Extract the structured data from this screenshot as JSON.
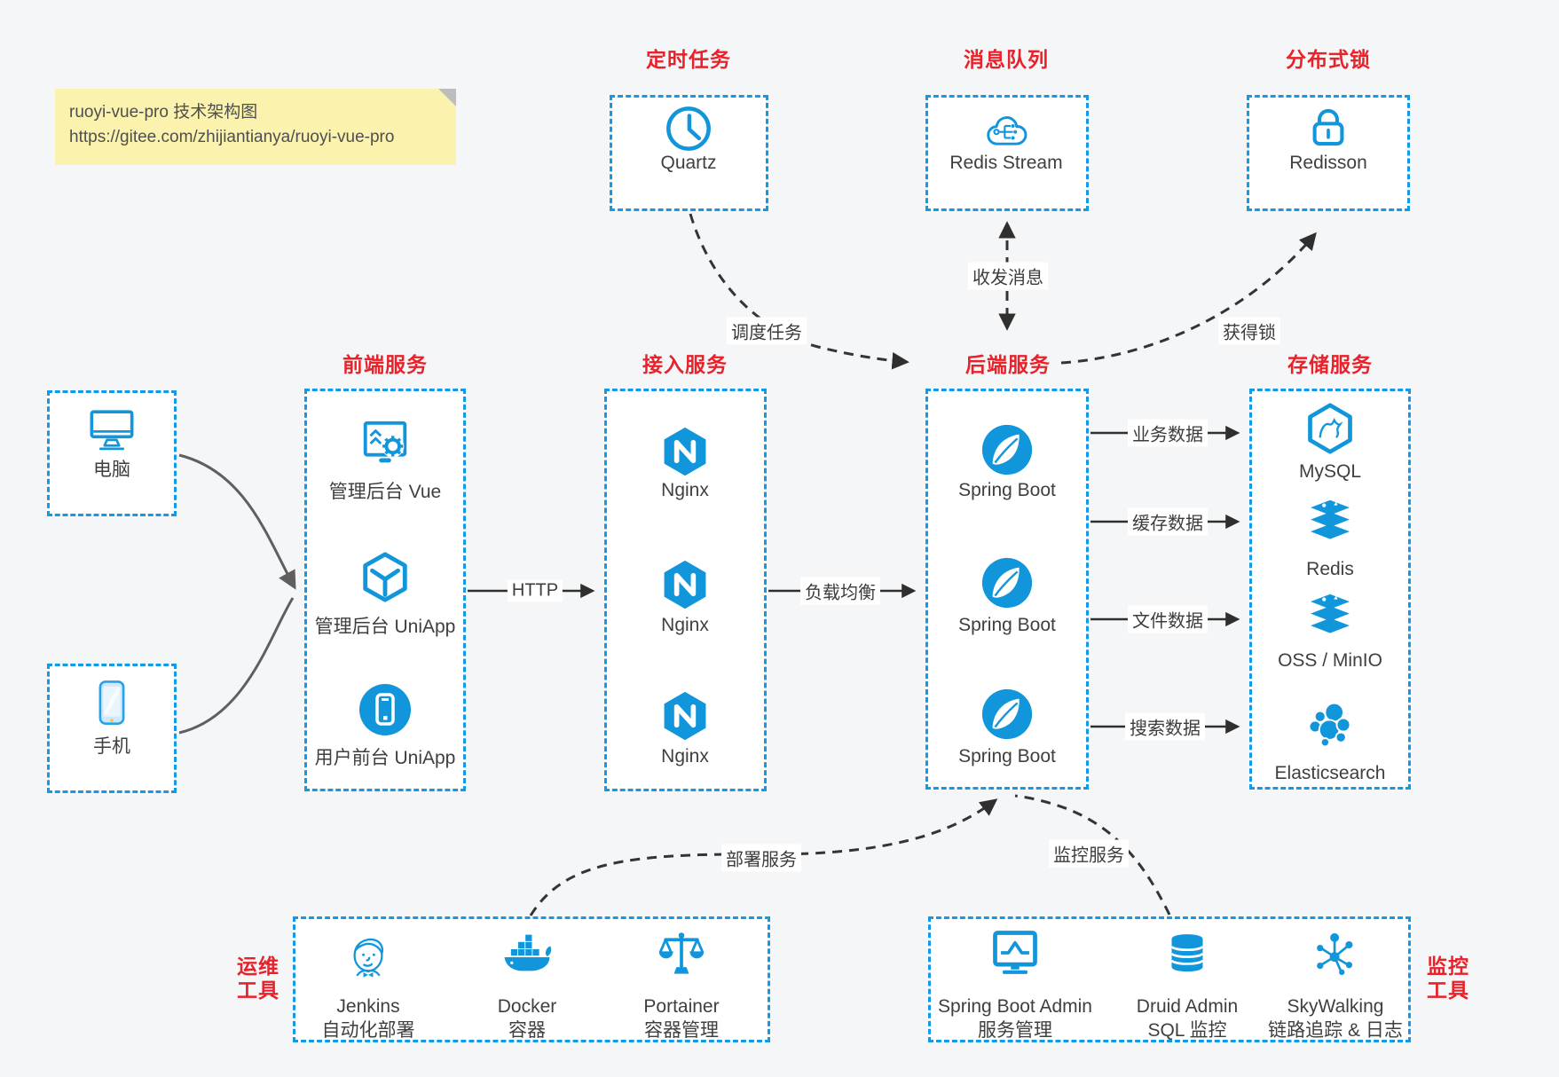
{
  "note": {
    "line1": "ruoyi-vue-pro 技术架构图",
    "line2": "https://gitee.com/zhijiantianya/ruoyi-vue-pro"
  },
  "top_groups": [
    {
      "title": "定时任务",
      "item": {
        "icon": "clock-icon",
        "label": "Quartz"
      }
    },
    {
      "title": "消息队列",
      "item": {
        "icon": "stream-cloud-icon",
        "label": "Redis Stream"
      }
    },
    {
      "title": "分布式锁",
      "item": {
        "icon": "lock-icon",
        "label": "Redisson"
      }
    }
  ],
  "clients": [
    {
      "icon": "desktop-icon",
      "label": "电脑"
    },
    {
      "icon": "smartphone-icon",
      "label": "手机"
    }
  ],
  "columns": [
    {
      "title": "前端服务",
      "items": [
        {
          "icon": "admin-vue-icon",
          "label": "管理后台 Vue"
        },
        {
          "icon": "uniapp-cube-icon",
          "label": "管理后台 UniApp"
        },
        {
          "icon": "mobile-app-icon",
          "label": "用户前台 UniApp"
        }
      ]
    },
    {
      "title": "接入服务",
      "items": [
        {
          "icon": "nginx-icon",
          "label": "Nginx"
        },
        {
          "icon": "nginx-icon",
          "label": "Nginx"
        },
        {
          "icon": "nginx-icon",
          "label": "Nginx"
        }
      ]
    },
    {
      "title": "后端服务",
      "items": [
        {
          "icon": "spring-boot-icon",
          "label": "Spring Boot"
        },
        {
          "icon": "spring-boot-icon",
          "label": "Spring Boot"
        },
        {
          "icon": "spring-boot-icon",
          "label": "Spring Boot"
        }
      ]
    },
    {
      "title": "存储服务",
      "items": [
        {
          "icon": "mysql-icon",
          "label": "MySQL"
        },
        {
          "icon": "redis-icon",
          "label": "Redis"
        },
        {
          "icon": "redis-icon",
          "label": "OSS / MinIO"
        },
        {
          "icon": "elasticsearch-icon",
          "label": "Elasticsearch"
        }
      ]
    }
  ],
  "bottom_groups": [
    {
      "title_line1": "运维",
      "title_line2": "工具",
      "items": [
        {
          "icon": "jenkins-icon",
          "label1": "Jenkins",
          "label2": "自动化部署"
        },
        {
          "icon": "docker-icon",
          "label1": "Docker",
          "label2": "容器"
        },
        {
          "icon": "portainer-icon",
          "label1": "Portainer",
          "label2": "容器管理"
        }
      ]
    },
    {
      "title_line1": "监控",
      "title_line2": "工具",
      "items": [
        {
          "icon": "spring-boot-admin-icon",
          "label1": "Spring Boot Admin",
          "label2": "服务管理"
        },
        {
          "icon": "druid-icon",
          "label1": "Druid Admin",
          "label2": "SQL 监控"
        },
        {
          "icon": "skywalking-icon",
          "label1": "SkyWalking",
          "label2": "链路追踪 & 日志"
        }
      ]
    }
  ],
  "edges": {
    "http": "HTTP",
    "load_balance": "负载均衡",
    "business_data": "业务数据",
    "cache_data": "缓存数据",
    "file_data": "文件数据",
    "search_data": "搜索数据",
    "schedule_task": "调度任务",
    "message": "收发消息",
    "lock": "获得锁",
    "deploy": "部署服务",
    "monitor": "监控服务"
  },
  "colors": {
    "accent_blue": "#1296db",
    "border_blue": "#1499e6",
    "title_red": "#e8222a",
    "arrow_dark": "#2f2f2f",
    "arrow_gray": "#5f5f5f",
    "note_bg": "#faf2ad",
    "page_bg": "#f5f6f7"
  }
}
